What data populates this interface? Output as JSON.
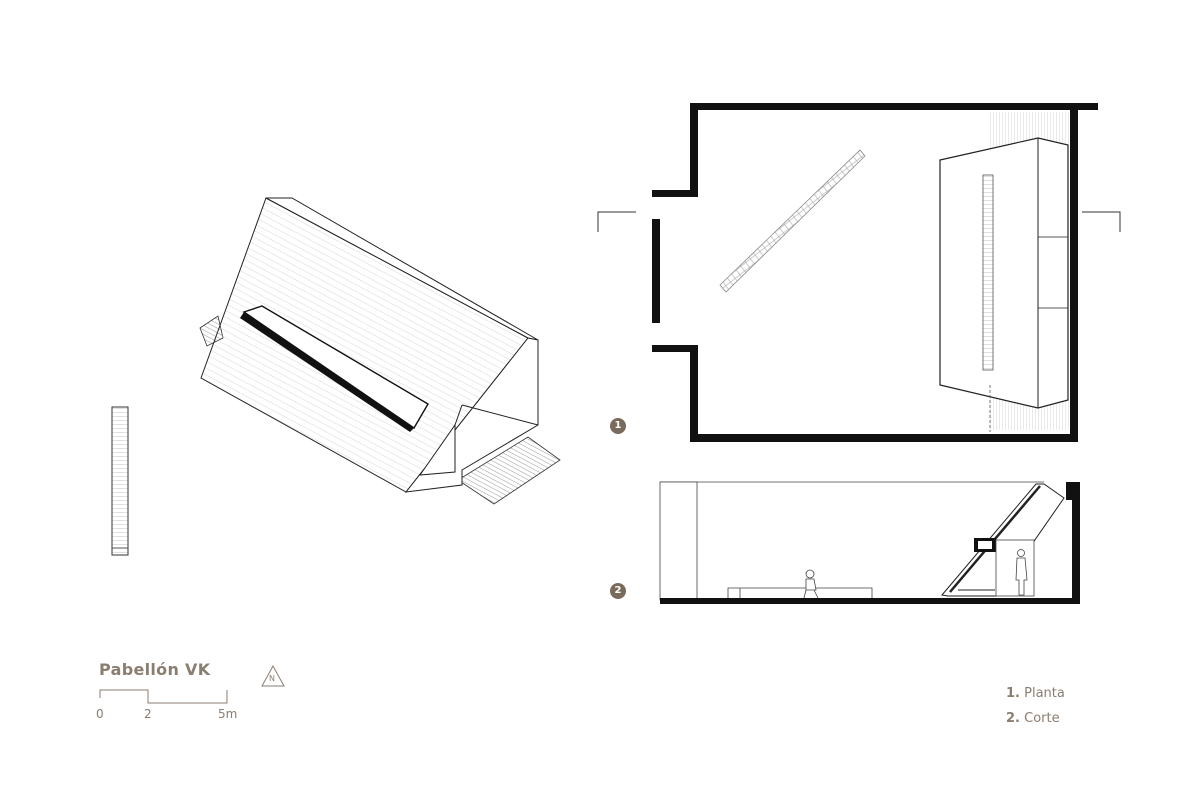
{
  "title": "Pabellón VK",
  "scale_bar": {
    "labels": [
      "0",
      "2",
      "5m"
    ]
  },
  "north_arrow": {
    "label": "N"
  },
  "badges": [
    "1",
    "2"
  ],
  "legend": [
    {
      "number": "1.",
      "label": "Planta"
    },
    {
      "number": "2.",
      "label": "Corte"
    }
  ],
  "colors": {
    "ink": "#111111",
    "line": "#333333",
    "accent": "#8b7d70",
    "badge": "#7a6a5c"
  }
}
